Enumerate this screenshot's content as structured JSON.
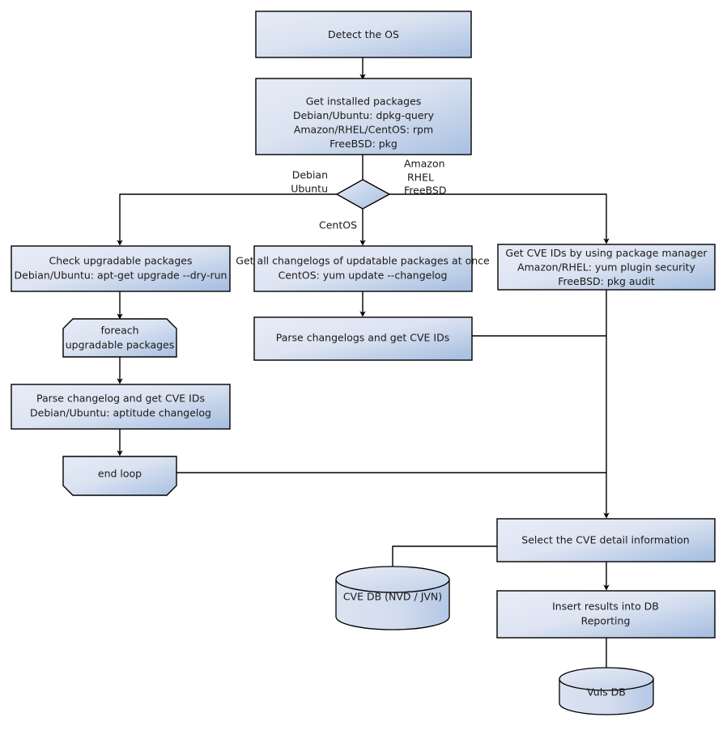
{
  "diagram": {
    "title": "Vuls vulnerability scan flow",
    "type": "flowchart",
    "colors": {
      "fill_light": "#e4eaf5",
      "fill_dark": "#aec3e2",
      "stroke": "#000000",
      "text": "#1a1a1a",
      "background": "#ffffff"
    },
    "nodes": [
      {
        "id": "detect-os",
        "shape": "process",
        "lines": [
          "Detect the OS"
        ]
      },
      {
        "id": "get-installed-packages",
        "shape": "process",
        "lines": [
          "Get installed packages",
          "Debian/Ubuntu: dpkg-query",
          "Amazon/RHEL/CentOS: rpm",
          "FreeBSD: pkg"
        ]
      },
      {
        "id": "os-decision",
        "shape": "decision",
        "lines": []
      },
      {
        "id": "check-upgradable",
        "shape": "process",
        "lines": [
          "Check upgradable packages",
          "Debian/Ubuntu: apt-get upgrade --dry-run"
        ]
      },
      {
        "id": "get-all-changelogs",
        "shape": "process",
        "lines": [
          "Get all changelogs of updatable packages at once",
          "CentOS: yum update --changelog"
        ]
      },
      {
        "id": "get-cve-ids-pkg-manager",
        "shape": "process",
        "lines": [
          "Get CVE IDs by using package manager",
          "Amazon/RHEL: yum plugin security",
          "FreeBSD: pkg audit"
        ]
      },
      {
        "id": "foreach-loop-start",
        "shape": "loop-start",
        "lines": [
          "foreach",
          "upgradable  packages"
        ]
      },
      {
        "id": "parse-changelogs-centos",
        "shape": "process",
        "lines": [
          "Parse changelogs and get CVE IDs"
        ]
      },
      {
        "id": "parse-changelog-debian",
        "shape": "process",
        "lines": [
          "Parse changelog and get  CVE IDs",
          "Debian/Ubuntu: aptitude changelog"
        ]
      },
      {
        "id": "end-loop",
        "shape": "loop-end",
        "lines": [
          "end loop"
        ]
      },
      {
        "id": "select-cve-detail",
        "shape": "process",
        "lines": [
          "Select the CVE detail information"
        ]
      },
      {
        "id": "cve-db",
        "shape": "database",
        "lines": [
          "CVE DB (NVD / JVN)"
        ]
      },
      {
        "id": "insert-results",
        "shape": "process",
        "lines": [
          "Insert results into DB",
          "Reporting"
        ]
      },
      {
        "id": "vuls-db",
        "shape": "database",
        "lines": [
          "Vuls DB"
        ]
      }
    ],
    "edge_labels": [
      {
        "id": "label-debian-ubuntu",
        "lines": [
          "Debian",
          "Ubuntu"
        ]
      },
      {
        "id": "label-amazon-rhel-freebsd",
        "lines": [
          "Amazon",
          "RHEL",
          "FreeBSD"
        ]
      },
      {
        "id": "label-centos",
        "lines": [
          "CentOS"
        ]
      }
    ]
  }
}
